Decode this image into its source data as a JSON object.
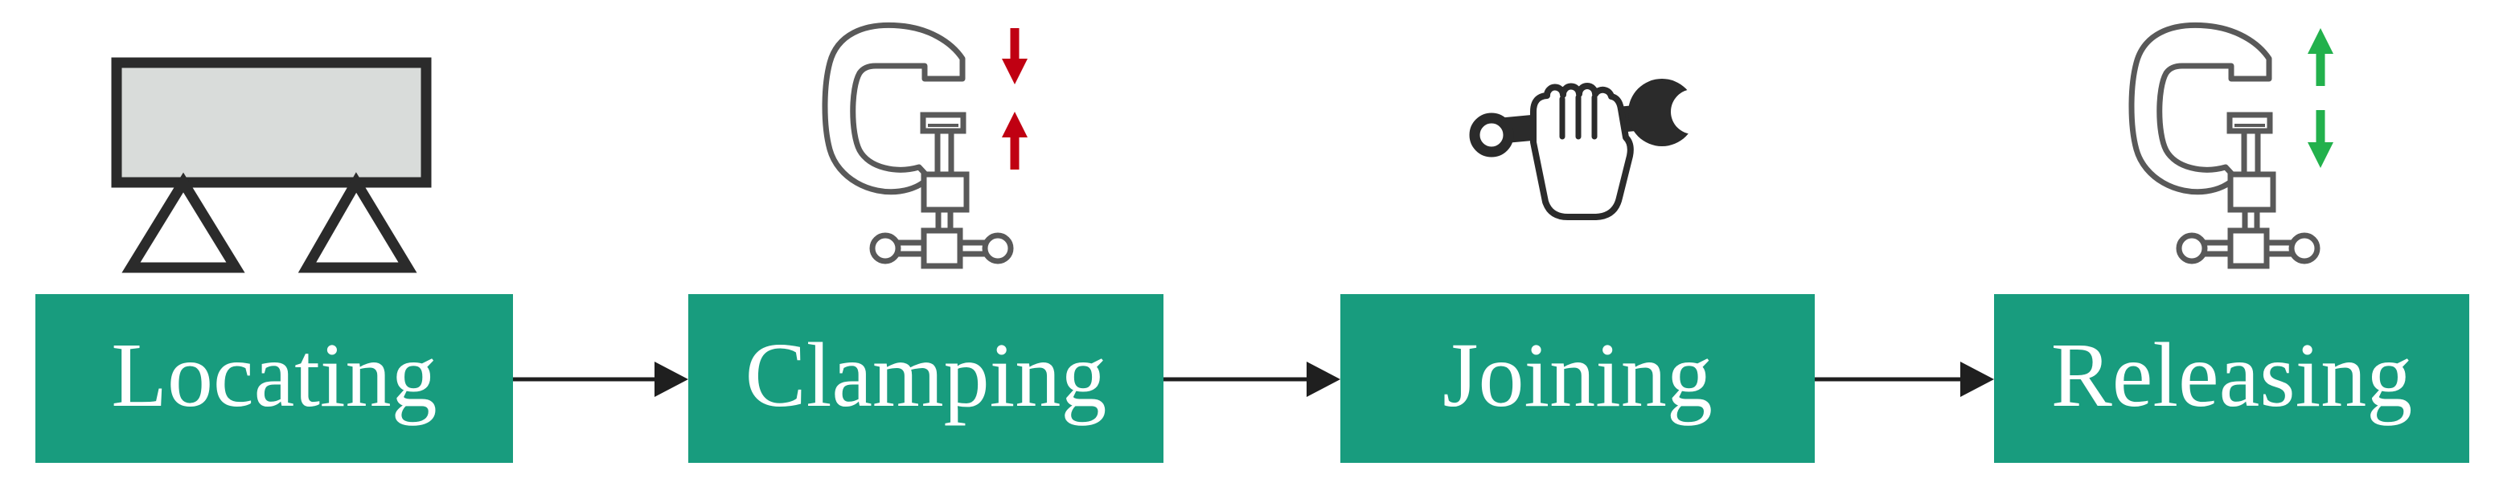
{
  "diagram": {
    "steps": [
      {
        "label": "Locating",
        "icon": "workpiece-on-two-locators"
      },
      {
        "label": "Clamping",
        "icon": "c-clamp-red-clamping-arrows"
      },
      {
        "label": "Joining",
        "icon": "hand-holding-wrench"
      },
      {
        "label": "Releasing",
        "icon": "c-clamp-green-releasing-arrows"
      }
    ],
    "connectors": {
      "count": 3,
      "style": "right-arrow",
      "color": "#1F1F1F"
    },
    "colors": {
      "box_fill": "#189C7E",
      "box_text": "#FFFFFF",
      "arrow_black": "#1F1F1F",
      "icon_dark": "#2B2B2B",
      "clamp_gray": "#595959",
      "clamp_force_red": "#C00012",
      "release_green": "#22B14C",
      "workpiece_fill": "#D9DCDA"
    }
  }
}
